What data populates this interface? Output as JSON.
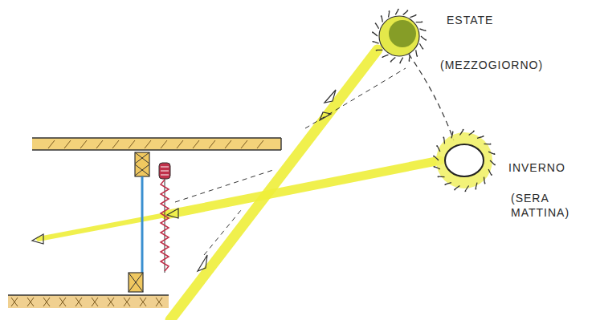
{
  "diagram": {
    "nodes": [
      {
        "text": [
          "ESTATE",
          "(MEZZOGIORNO)"
        ]
      },
      {
        "text": [
          "INVERNO",
          "(SERA MATTINA)"
        ]
      }
    ],
    "edges": [
      {
        "from": 0,
        "to": 1,
        "arrow": "none"
      }
    ]
  }
}
